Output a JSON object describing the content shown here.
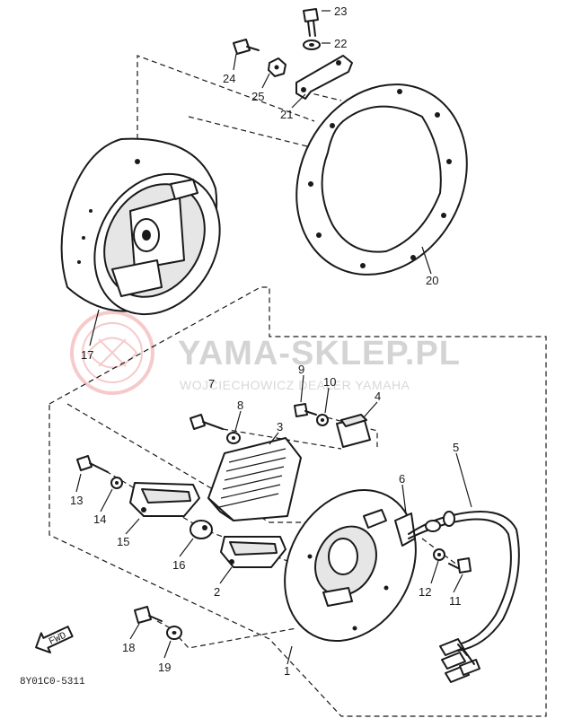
{
  "watermark": {
    "brand": "YAMA-SKLEP.PL",
    "tagline": "WOJCIECHOWICZ DEALER YAMAHA"
  },
  "fwd_badge": "FWD",
  "diagram_code": "8Y01C0-5311",
  "callouts": {
    "n1": "1",
    "n2": "2",
    "n3": "3",
    "n4": "4",
    "n5": "5",
    "n6": "6",
    "n7": "7",
    "n8": "8",
    "n9": "9",
    "n10": "10",
    "n11": "11",
    "n12": "12",
    "n13": "13",
    "n14": "14",
    "n15": "15",
    "n16": "16",
    "n17": "17",
    "n18": "18",
    "n19": "19",
    "n20": "20",
    "n21": "21",
    "n22": "22",
    "n23": "23",
    "n24": "24",
    "n25": "25"
  }
}
